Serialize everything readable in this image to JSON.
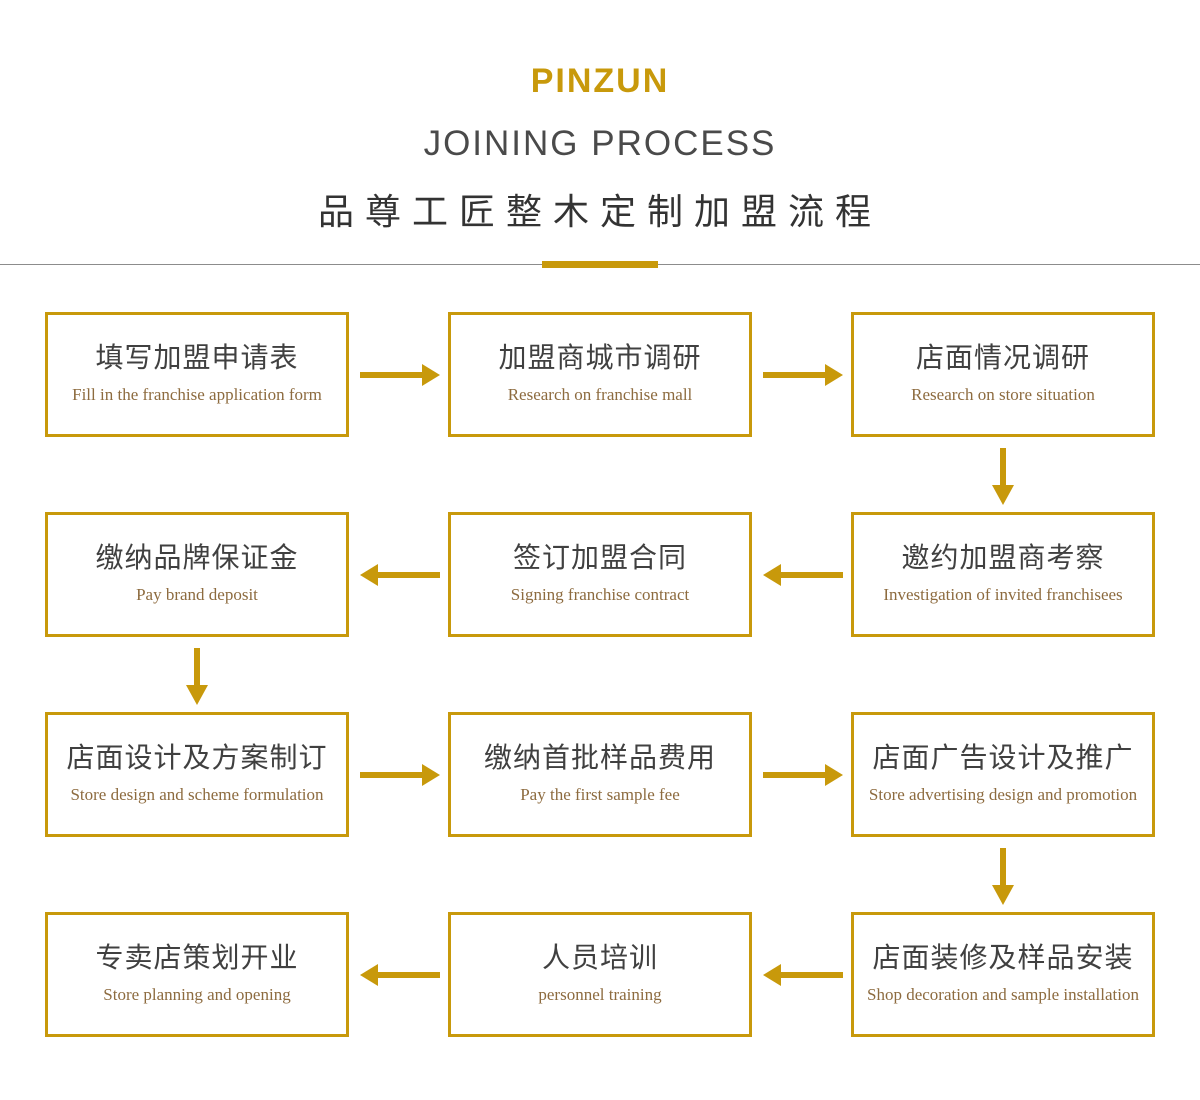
{
  "header": {
    "brand": "PINZUN",
    "subtitle_en": "JOINING PROCESS",
    "title_cn": "品尊工匠整木定制加盟流程"
  },
  "colors": {
    "accent_gold": "#c8990b",
    "title_dark": "#333333",
    "box_title_cn": "#404040",
    "box_subtitle_en": "#8d6b3f",
    "divider_gray": "#8c8c8c"
  },
  "flow": {
    "steps": [
      {
        "cn": "填写加盟申请表",
        "en": "Fill in the franchise application form"
      },
      {
        "cn": "加盟商城市调研",
        "en": "Research on franchise mall"
      },
      {
        "cn": "店面情况调研",
        "en": "Research on store situation"
      },
      {
        "cn": "邀约加盟商考察",
        "en": "Investigation of invited franchisees"
      },
      {
        "cn": "签订加盟合同",
        "en": "Signing franchise contract"
      },
      {
        "cn": "缴纳品牌保证金",
        "en": "Pay brand deposit"
      },
      {
        "cn": "店面设计及方案制订",
        "en": "Store design and scheme formulation"
      },
      {
        "cn": "缴纳首批样品费用",
        "en": "Pay the first sample fee"
      },
      {
        "cn": "店面广告设计及推广",
        "en": "Store advertising design and promotion"
      },
      {
        "cn": "店面装修及样品安装",
        "en": "Shop decoration and sample installation"
      },
      {
        "cn": "人员培训",
        "en": "personnel training"
      },
      {
        "cn": "专卖店策划开业",
        "en": "Store planning and opening"
      }
    ]
  }
}
